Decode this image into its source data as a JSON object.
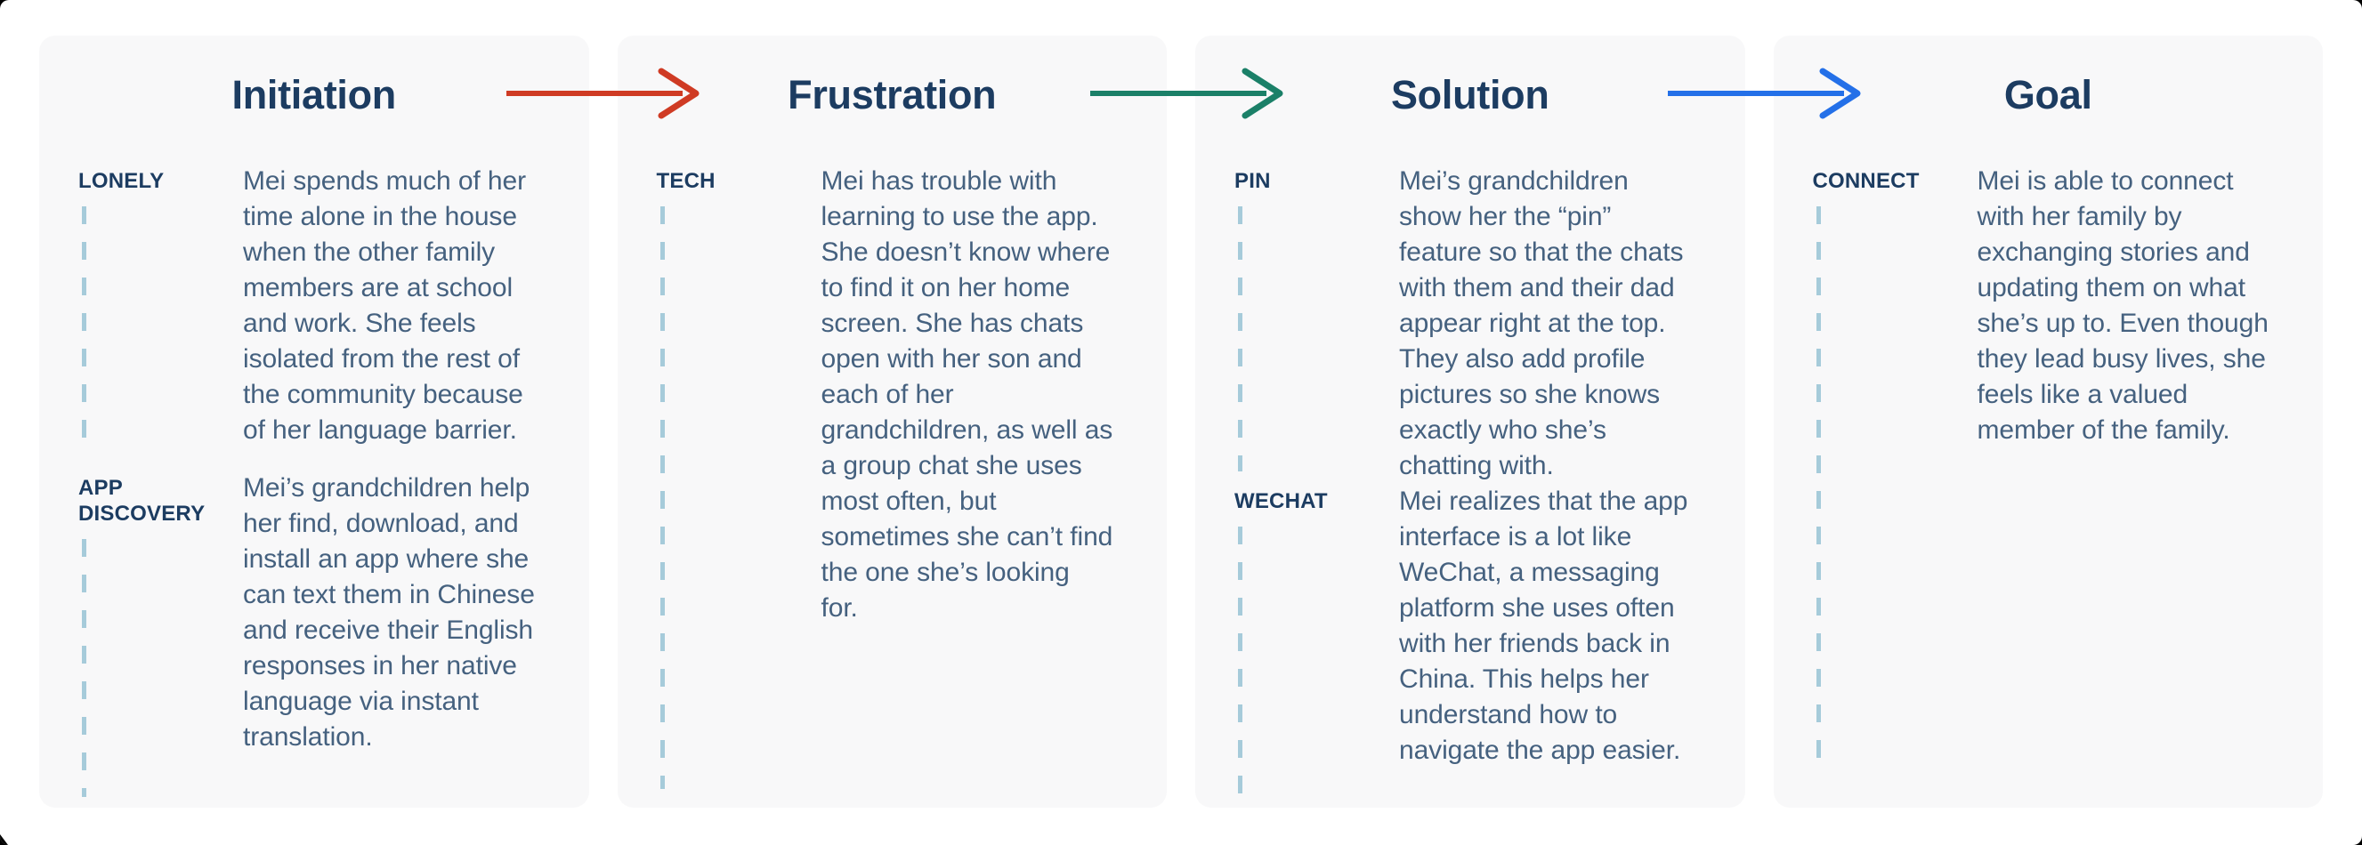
{
  "journey_map": {
    "columns": [
      {
        "title": "Initiation",
        "blocks": [
          {
            "label": "LONELY",
            "text": "Mei spends much of her time alone in the house when the other family members are at school and work. She feels isolated from the rest of the community because of her language barrier."
          },
          {
            "label": "APP DISCOVERY",
            "text": "Mei’s grandchildren help her find, download, and install an app where she can text them in Chinese and receive their English responses in her native language via instant translation."
          }
        ]
      },
      {
        "title": "Frustration",
        "blocks": [
          {
            "label": "TECH",
            "text": "Mei has trouble with learning to use the app. She doesn’t know where to find it on her home screen. She has chats open with her son and each of her grandchildren, as well as a group chat she uses most often, but sometimes she can’t find the one she’s looking for."
          }
        ]
      },
      {
        "title": "Solution",
        "blocks": [
          {
            "label": "PIN",
            "text": "Mei’s grandchildren show her the “pin” feature so that the chats with them and their dad appear right at the top. They also add profile pictures so she knows exactly who she’s chatting with."
          },
          {
            "label": "WECHAT",
            "text": "Mei realizes that the app interface is a lot like WeChat, a messaging platform she uses often with her friends back in China. This helps her understand how to navigate the app easier."
          }
        ]
      },
      {
        "title": "Goal",
        "blocks": [
          {
            "label": "CONNECT",
            "text": "Mei is able to connect with her family by exchanging stories and updating them on what she’s up to. Even though they lead busy lives, she feels like a valued member of the family."
          }
        ]
      }
    ],
    "arrows": [
      {
        "name": "arrow-initiation-to-frustration",
        "color": "#cf3b24"
      },
      {
        "name": "arrow-frustration-to-solution",
        "color": "#1b8068"
      },
      {
        "name": "arrow-solution-to-goal",
        "color": "#2470e8"
      }
    ],
    "colors": {
      "heading": "#1c3c61",
      "label": "#1c3c61",
      "body_text": "#45617f",
      "dash": "#a6cbda",
      "card_background": "#f8f8f9",
      "page_background": "#ffffff"
    }
  }
}
